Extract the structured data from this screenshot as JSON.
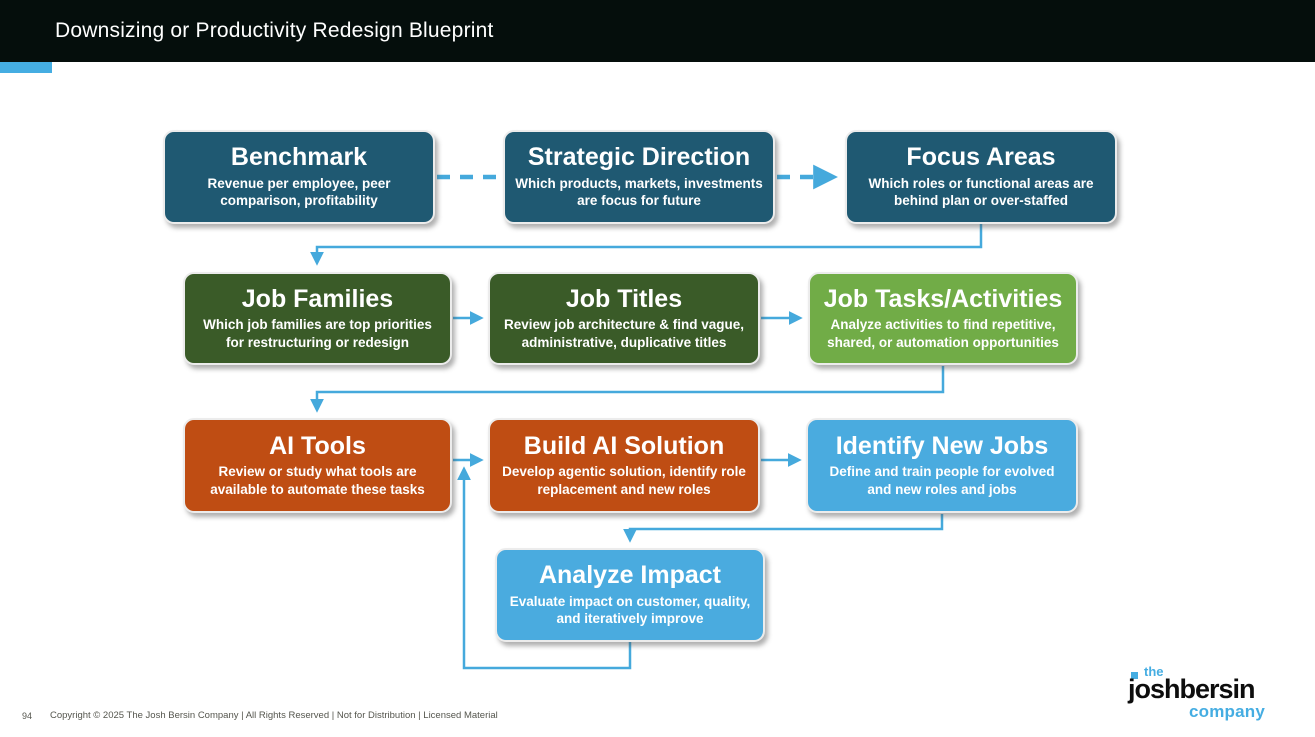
{
  "slide": {
    "title": "Downsizing or Productivity Redesign Blueprint",
    "page_number": "94",
    "footer": "Copyright © 2025 The Josh Bersin Company | All Rights Reserved | Not for Distribution  | Licensed Material"
  },
  "logo": {
    "line1": "the",
    "line2": "joshbersin",
    "line3": "company"
  },
  "colors": {
    "header_bar": "#050e0c",
    "accent_bar": "#45ade2",
    "connector_blue": "#45a9dc",
    "teal": "#1f5972",
    "dark_green": "#3a5b28",
    "light_green": "#71ac47",
    "orange": "#bf4d13",
    "light_blue": "#4aabdf",
    "footer_text": "#55564e"
  },
  "diagram": {
    "nodes": [
      {
        "id": "benchmark",
        "title": "Benchmark",
        "subtitle": "Revenue per employee, peer comparison, profitability",
        "color": "teal"
      },
      {
        "id": "strategic_direction",
        "title": "Strategic Direction",
        "subtitle": "Which products, markets, investments are focus for future",
        "color": "teal"
      },
      {
        "id": "focus_areas",
        "title": "Focus Areas",
        "subtitle": "Which roles or functional areas are behind plan or over-staffed",
        "color": "teal"
      },
      {
        "id": "job_families",
        "title": "Job Families",
        "subtitle": "Which job families are top priorities for restructuring or redesign",
        "color": "dark_green"
      },
      {
        "id": "job_titles",
        "title": "Job Titles",
        "subtitle": "Review job architecture & find vague, administrative, duplicative titles",
        "color": "dark_green"
      },
      {
        "id": "job_tasks",
        "title": "Job Tasks/Activities",
        "subtitle": "Analyze activities to find repetitive, shared, or automation opportunities",
        "color": "light_green"
      },
      {
        "id": "ai_tools",
        "title": "AI Tools",
        "subtitle": "Review or study what tools are available to automate these tasks",
        "color": "orange"
      },
      {
        "id": "build_ai_solution",
        "title": "Build AI Solution",
        "subtitle": "Develop agentic solution, identify role replacement and new roles",
        "color": "orange"
      },
      {
        "id": "identify_new_jobs",
        "title": "Identify New Jobs",
        "subtitle": "Define and train people for evolved and new roles and jobs",
        "color": "light_blue"
      },
      {
        "id": "analyze_impact",
        "title": "Analyze Impact",
        "subtitle": "Evaluate impact on customer, quality, and iteratively improve",
        "color": "light_blue"
      }
    ],
    "edges": [
      {
        "from": "benchmark",
        "to": "strategic_direction",
        "style": "dashed"
      },
      {
        "from": "strategic_direction",
        "to": "focus_areas",
        "style": "dashed-arrow"
      },
      {
        "from": "focus_areas",
        "to": "job_families",
        "style": "elbow-arrow"
      },
      {
        "from": "job_families",
        "to": "job_titles",
        "style": "arrow"
      },
      {
        "from": "job_titles",
        "to": "job_tasks",
        "style": "arrow"
      },
      {
        "from": "job_tasks",
        "to": "ai_tools",
        "style": "elbow-arrow"
      },
      {
        "from": "ai_tools",
        "to": "build_ai_solution",
        "style": "arrow"
      },
      {
        "from": "build_ai_solution",
        "to": "identify_new_jobs",
        "style": "arrow"
      },
      {
        "from": "identify_new_jobs",
        "to": "analyze_impact",
        "style": "elbow-arrow"
      },
      {
        "from": "analyze_impact",
        "to": "build_ai_solution",
        "style": "feedback-loop-arrow"
      }
    ]
  }
}
